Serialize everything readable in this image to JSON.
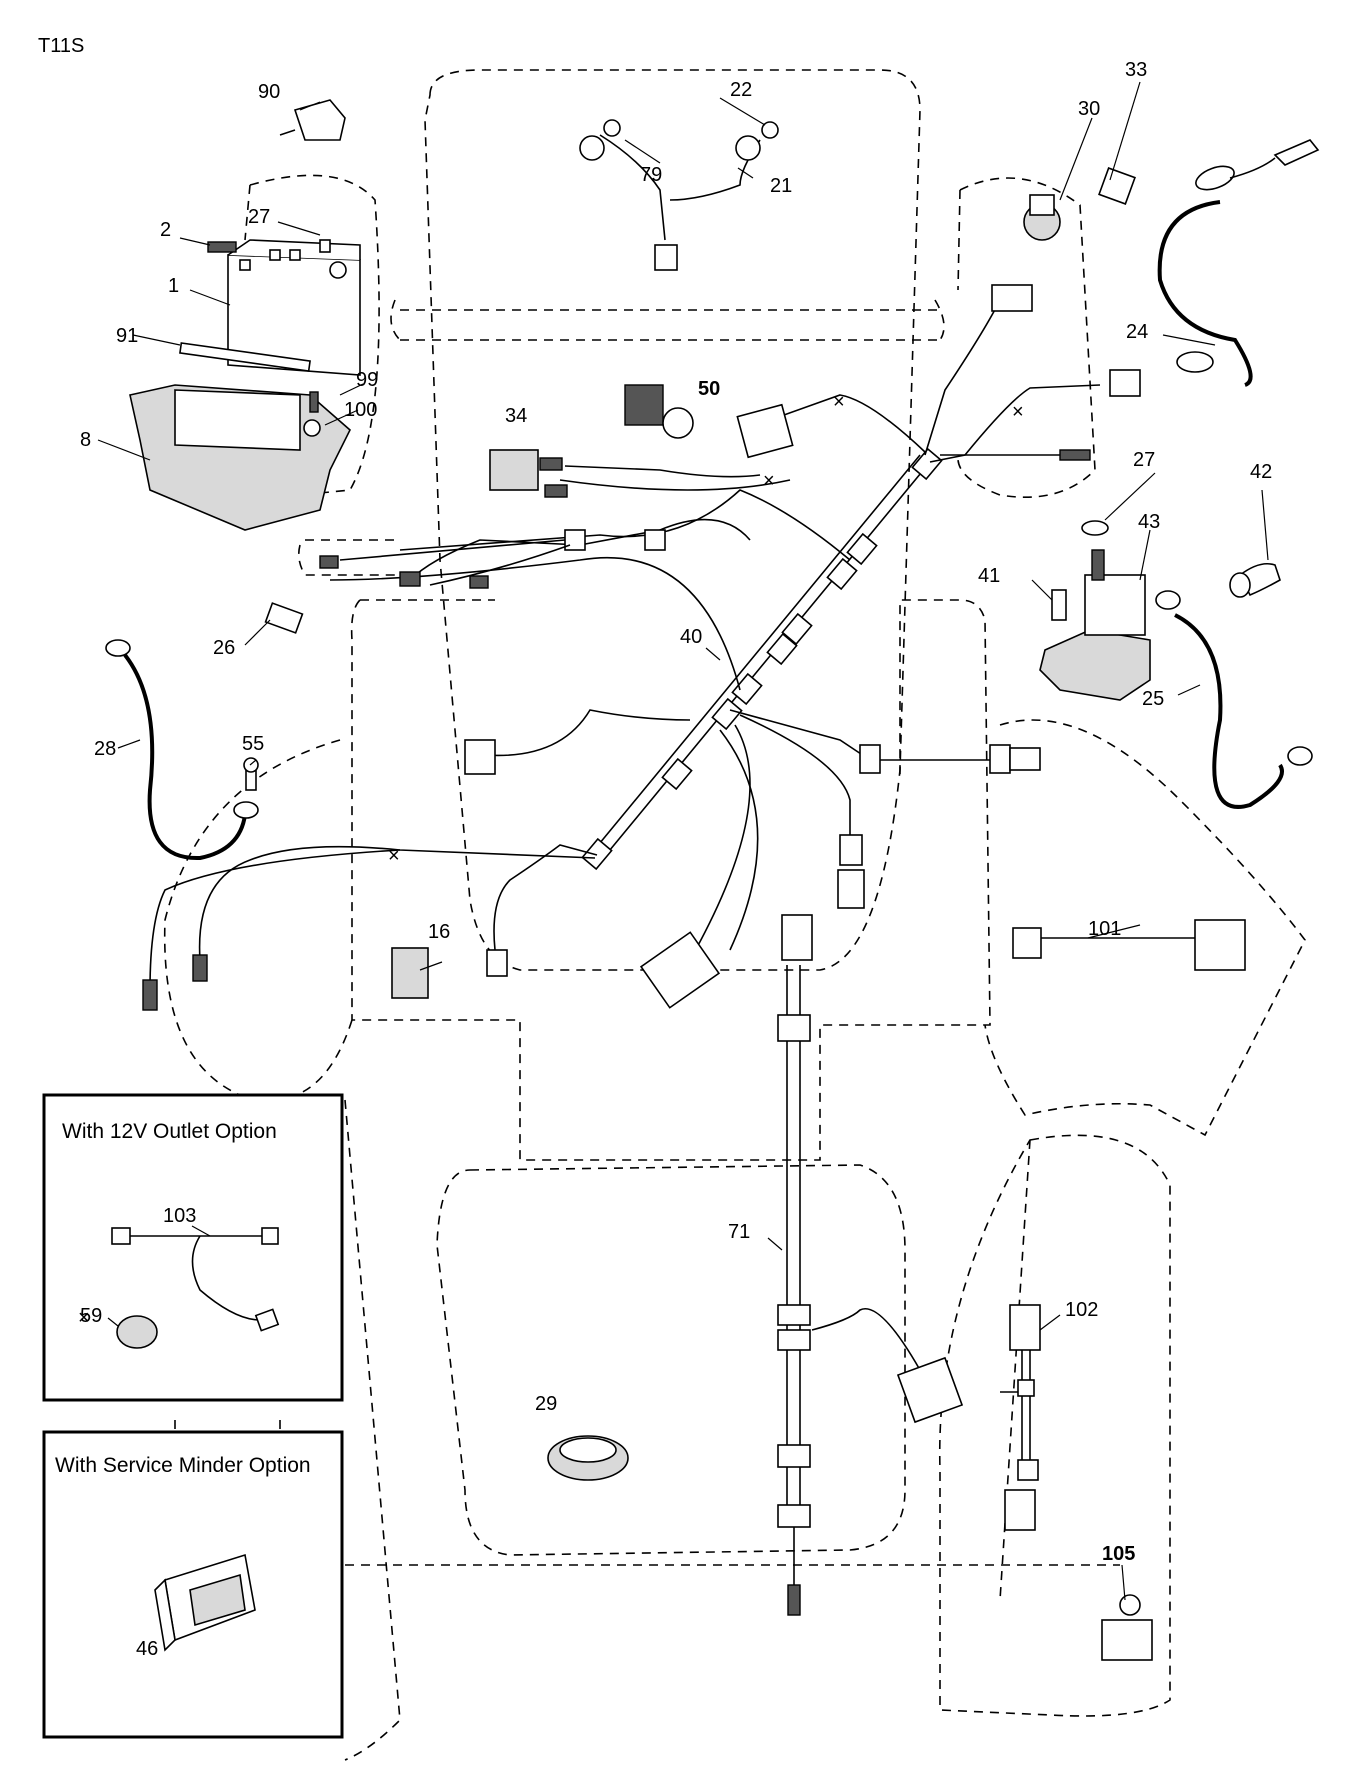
{
  "page_code": "T11S",
  "callouts": {
    "c1": "1",
    "c2": "2",
    "c8": "8",
    "c16": "16",
    "c21": "21",
    "c22": "22",
    "c24": "24",
    "c25": "25",
    "c26": "26",
    "c27a": "27",
    "c27b": "27",
    "c28": "28",
    "c29": "29",
    "c30": "30",
    "c33": "33",
    "c34": "34",
    "c40": "40",
    "c41": "41",
    "c42": "42",
    "c43": "43",
    "c46": "46",
    "c50": "50",
    "c55": "55",
    "c59": "59",
    "c71": "71",
    "c79": "79",
    "c90": "90",
    "c91": "91",
    "c99": "99",
    "c100": "100",
    "c101": "101",
    "c102": "102",
    "c103": "103",
    "c105": "105"
  },
  "option_boxes": {
    "outlet_title": "With 12V Outlet Option",
    "service_title": "With Service Minder Option"
  }
}
